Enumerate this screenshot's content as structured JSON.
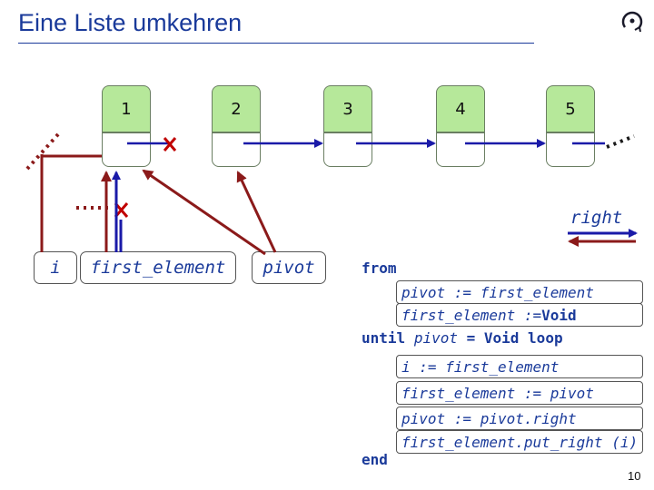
{
  "title": "Eine Liste umkehren",
  "nodes": [
    {
      "value": "1"
    },
    {
      "value": "2"
    },
    {
      "value": "3"
    },
    {
      "value": "4"
    },
    {
      "value": "5"
    }
  ],
  "labels": {
    "right": "right",
    "i": "i",
    "first_element": "first_element",
    "pivot": "pivot"
  },
  "code": {
    "from": "from",
    "init_1": {
      "a": "pivot := first_element"
    },
    "init_2": {
      "a": "first_element := ",
      "b": "Void"
    },
    "until": {
      "kw": "until",
      "a": "pivot",
      "b": " = Void loop"
    },
    "loop_1": "i := first_element",
    "loop_2": "first_element := pivot",
    "loop_3": "pivot := pivot.right",
    "loop_4": "first_element.put_right (i)",
    "end": "end"
  },
  "page_number": "10",
  "colors": {
    "title": "#1a3a9a",
    "node_fill": "#b6e89a",
    "link_arrow": "#1a1aa8",
    "reference_arrow": "#8b1a1a",
    "cross": "#c00000"
  }
}
